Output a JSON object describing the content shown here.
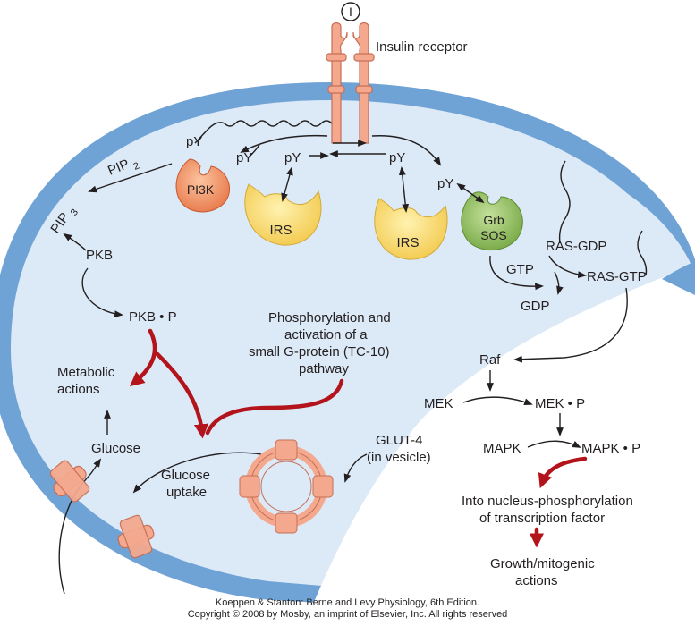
{
  "ligand": "I",
  "labels": {
    "insulin_receptor": "Insulin receptor",
    "pip2": "PIP",
    "pip2_sub": "2",
    "pip3": "PIP",
    "pip3_sub": "3",
    "pkb": "PKB",
    "pkb_p": "PKB • P",
    "py": "pY",
    "metabolic_1": "Metabolic",
    "metabolic_2": "actions",
    "glucose": "Glucose",
    "glucose_uptake_1": "Glucose",
    "glucose_uptake_2": "uptake",
    "tc10_1": "Phosphorylation and",
    "tc10_2": "activation of a",
    "tc10_3": "small G-protein (TC-10)",
    "tc10_4": "pathway",
    "glut4_1": "GLUT-4",
    "glut4_2": "(in vesicle)",
    "ras_gdp": "RAS-GDP",
    "ras_gtp": "RAS-GTP",
    "gtp": "GTP",
    "gdp": "GDP",
    "raf": "Raf",
    "mek": "MEK",
    "mek_p": "MEK • P",
    "mapk": "MAPK",
    "mapk_p": "MAPK • P",
    "nucleus_1": "Into nucleus-phosphorylation",
    "nucleus_2": "of transcription factor",
    "growth_1": "Growth/mitogenic",
    "growth_2": "actions"
  },
  "proteins": {
    "pi3k": "PI3K",
    "irs_left": "IRS",
    "irs_right": "IRS",
    "grb": "Grb",
    "sos": "SOS"
  },
  "credit": {
    "line1": "Koeppen & Stanton: Berne and Levy Physiology, 6th Edition.",
    "line2": "Copyright © 2008 by Mosby, an imprint of Elsevier, Inc. All rights reserved"
  },
  "colors": {
    "membrane": "#6fa3d6",
    "cytoplasm": "#dce9f6",
    "receptor": "#f4a98e",
    "pi3k": "#ef8d5e",
    "irs": "#f8d86c",
    "grb": "#8fbe5a",
    "red_arrow": "#b3131b"
  }
}
